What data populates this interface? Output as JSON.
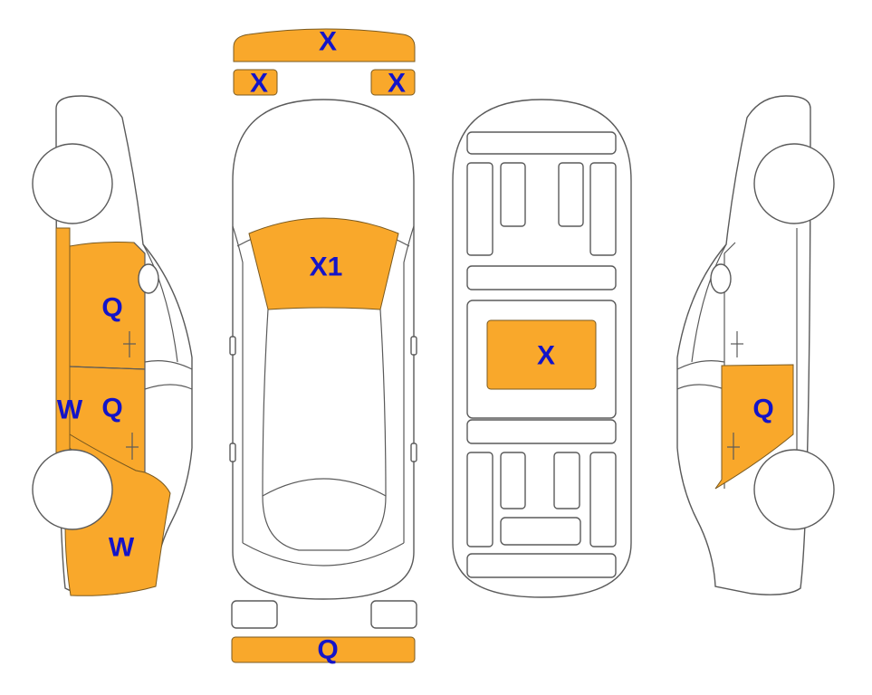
{
  "colors": {
    "damage_fill": "#F9A82B",
    "label": "#1414C8",
    "outline": "#5A5A5A"
  },
  "labels": {
    "roof_top_bar": "X",
    "roof_small_left": "X",
    "roof_small_right": "X",
    "windshield": "X1",
    "underbody_center": "X",
    "left_front_door": "Q",
    "left_rear_door": "Q",
    "left_rear_pillar": "W",
    "left_rear_quarter": "W",
    "right_rear_door": "Q",
    "rear_bumper": "Q"
  }
}
